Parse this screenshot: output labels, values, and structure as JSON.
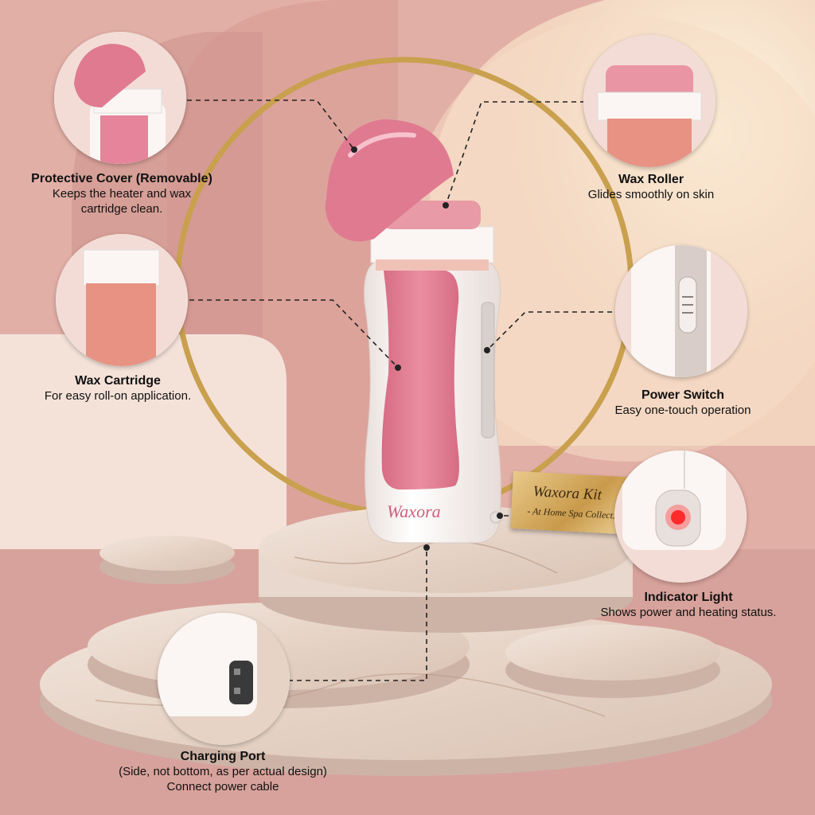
{
  "brand": {
    "device_name": "Waxora"
  },
  "plaque": {
    "line1": "Waxora Kit",
    "line2": "- At Home Spa Collect..."
  },
  "callouts": {
    "protective_cover": {
      "title": "Protective Cover (Removable)",
      "desc": "Keeps the heater and wax\ncartridge clean."
    },
    "wax_roller": {
      "title": "Wax Roller",
      "desc": "Glides smoothly on skin"
    },
    "wax_cartridge": {
      "title": "Wax Cartridge",
      "desc": "For easy roll-on application."
    },
    "power_switch": {
      "title": "Power Switch",
      "desc": "Easy one-touch operation"
    },
    "indicator_light": {
      "title": "Indicator Light",
      "desc": "Shows power and heating status."
    },
    "charging_port": {
      "title": "Charging Port",
      "desc": "(Side, not bottom, as per actual design)\nConnect power cable"
    }
  },
  "colors": {
    "accent_pink": "#e5849a",
    "device_white": "#fbf6f3",
    "gold_ring": "#c9a04e",
    "marble": "#eadbd1",
    "indicator_red": "#ff2a2a"
  }
}
